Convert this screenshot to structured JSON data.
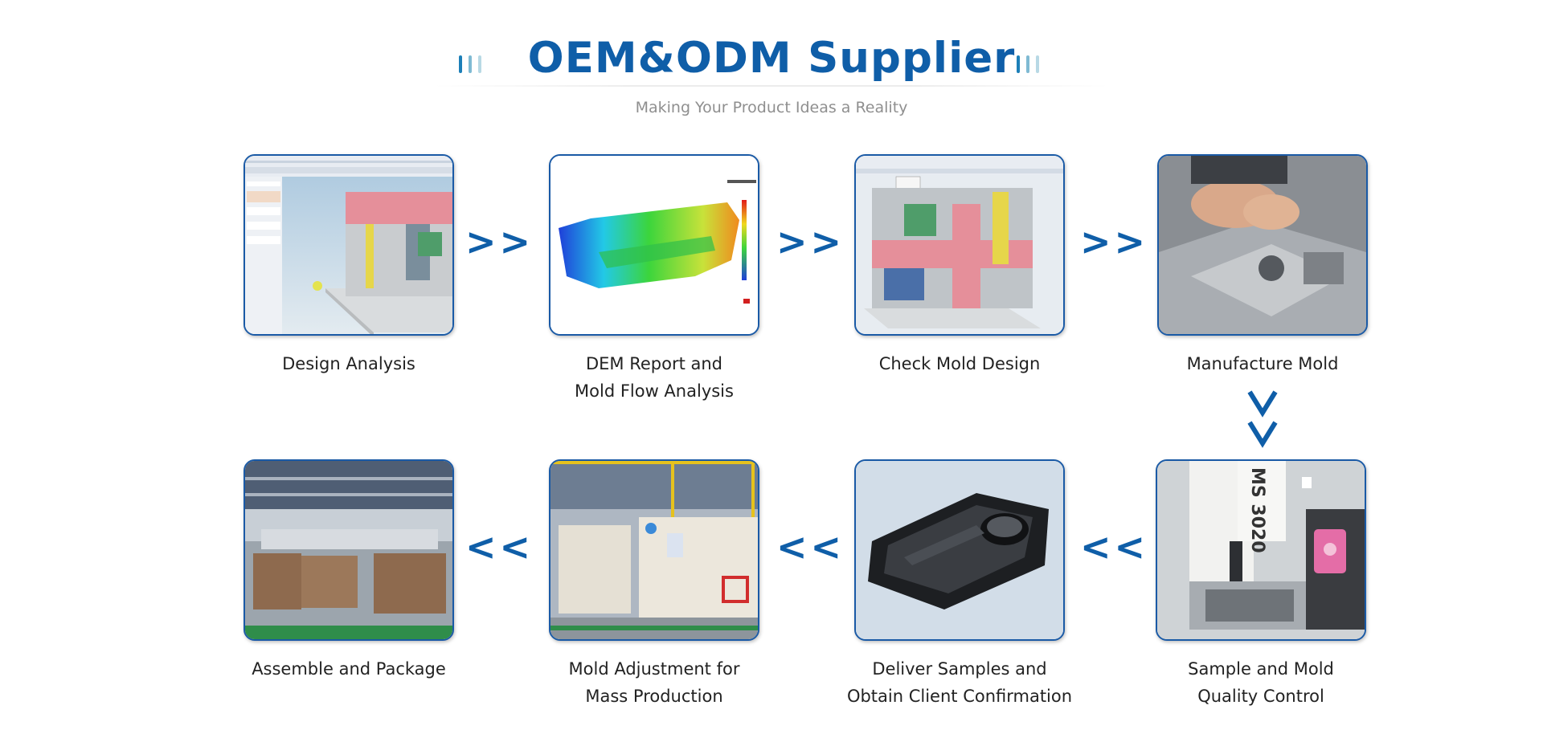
{
  "header": {
    "title": "OEM&ODM Supplier",
    "subtitle": "Making Your Product Ideas a Reality"
  },
  "colors": {
    "accent": "#0f5ea8",
    "frame_border": "#1a5aa6",
    "subtitle": "#8f8f8f",
    "label": "#222222"
  },
  "arrows": {
    "forward": ">>",
    "backward": "<<"
  },
  "steps": [
    {
      "id": 1,
      "line1": "Design Analysis",
      "line2": "",
      "image": "cad-design-analysis-screenshot"
    },
    {
      "id": 2,
      "line1": "DEM Report and",
      "line2": "Mold Flow Analysis",
      "image": "mold-flow-heatmap-screenshot"
    },
    {
      "id": 3,
      "line1": "Check Mold Design",
      "line2": "",
      "image": "cad-mold-design-screenshot"
    },
    {
      "id": 4,
      "line1": "Manufacture Mold",
      "line2": "",
      "image": "hands-working-on-mold-photo"
    },
    {
      "id": 5,
      "line1": "Sample and Mold",
      "line2": "Quality Control",
      "image": "measuring-machine-ms-3020-photo"
    },
    {
      "id": 6,
      "line1": "Deliver Samples and",
      "line2": "Obtain Client Confirmation",
      "image": "black-plastic-sample-part-photo"
    },
    {
      "id": 7,
      "line1": "Mold Adjustment for",
      "line2": "Mass Production",
      "image": "injection-molding-machines-photo"
    },
    {
      "id": 8,
      "line1": "Assemble and Package",
      "line2": "",
      "image": "warehouse-packed-pallets-photo"
    }
  ],
  "image_text": {
    "machine_model": "MS 3020"
  }
}
